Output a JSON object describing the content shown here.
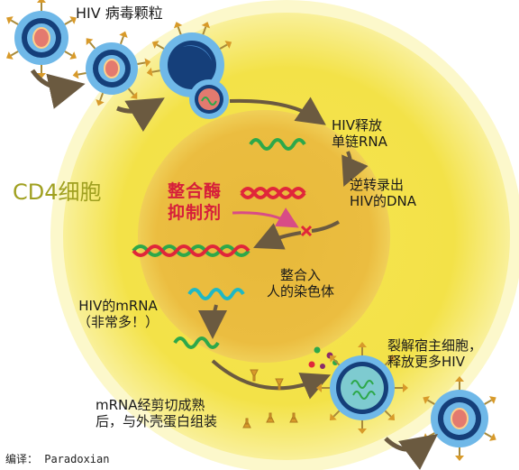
{
  "labels": {
    "hiv_particle": "HIV 病毒颗粒",
    "cd4_cell": "CD4细胞",
    "release_rna_line1": "HIV释放",
    "release_rna_line2": "单链RNA",
    "reverse_transcribe_line1": "逆转录出",
    "reverse_transcribe_line2": "HIV的DNA",
    "inhibitor_line1": "整合酶",
    "inhibitor_line2": "抑制剂",
    "integrate_line1": "整合入",
    "integrate_line2": "人的染色体",
    "mrna_line1": "HIV的mRNA",
    "mrna_line2": "（非常多！）",
    "assemble_line1": "mRNA经剪切成熟",
    "assemble_line2": "后，与外壳蛋白组装",
    "lyse_line1": "裂解宿主细胞，",
    "lyse_line2": "释放更多HIV",
    "credit": "编译： Paradoxian"
  },
  "colors": {
    "cell_outer": "#f5ea5c",
    "cell_mid": "#f2df3a",
    "nucleus": "#e8b93c",
    "virus_ring": "#6fb8e8",
    "virus_core": "#153f7a",
    "rna_green": "#2da84a",
    "rna_teal": "#1fb8c4",
    "dna_red": "#e0263a",
    "inhibitor_arrow": "#d84c86",
    "arrow": "#6b5a40",
    "protein": "#d89a2a"
  }
}
